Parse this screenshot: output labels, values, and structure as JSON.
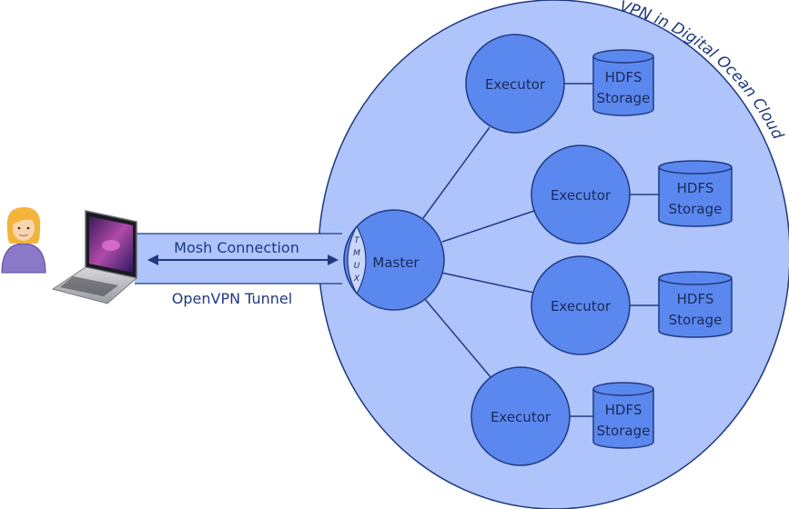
{
  "cloud": {
    "label": "VPN in Digital Ocean Cloud"
  },
  "tunnel": {
    "connection_label": "Mosh Connection",
    "tunnel_label": "OpenVPN Tunnel"
  },
  "master": {
    "label": "Master",
    "tmux_letters": [
      "T",
      "M",
      "U",
      "X"
    ]
  },
  "executors": [
    {
      "label": "Executor",
      "storage_line1": "HDFS",
      "storage_line2": "Storage"
    },
    {
      "label": "Executor",
      "storage_line1": "HDFS",
      "storage_line2": "Storage"
    },
    {
      "label": "Executor",
      "storage_line1": "HDFS",
      "storage_line2": "Storage"
    },
    {
      "label": "Executor",
      "storage_line1": "HDFS",
      "storage_line2": "Storage"
    }
  ],
  "colors": {
    "cloud_fill": "#aec4fb",
    "node_fill": "#5b88ee",
    "stroke": "#1f3a80",
    "tunnel_fill": "#aec4fb"
  }
}
